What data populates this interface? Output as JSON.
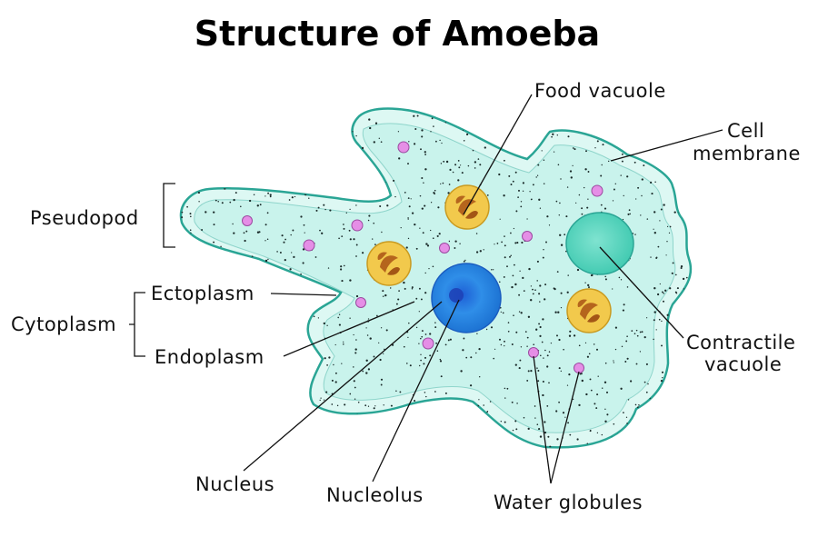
{
  "title": "Structure of Amoeba",
  "labels": {
    "food_vacuole": "Food vacuole",
    "cell_membrane_line1": "Cell",
    "cell_membrane_line2": "membrane",
    "pseudopod": "Pseudopod",
    "ectoplasm": "Ectoplasm",
    "cytoplasm": "Cytoplasm",
    "endoplasm": "Endoplasm",
    "contractile_vacuole_line1": "Contractile",
    "contractile_vacuole_line2": "vacuole",
    "nucleus": "Nucleus",
    "nucleolus": "Nucleolus",
    "water_globules": "Water globules"
  },
  "colors": {
    "cytoplasm_fill": "#c9f3ec",
    "ectoplasm_rim": "#ddf8f3",
    "membrane_stroke": "#2aa595",
    "nucleus": "#1a7fe0",
    "contractile_vacuole": "#58d6bf",
    "food_vacuole": "#f2c94c",
    "food_particle": "#b5651d",
    "water_globule": "#e58ee6"
  }
}
